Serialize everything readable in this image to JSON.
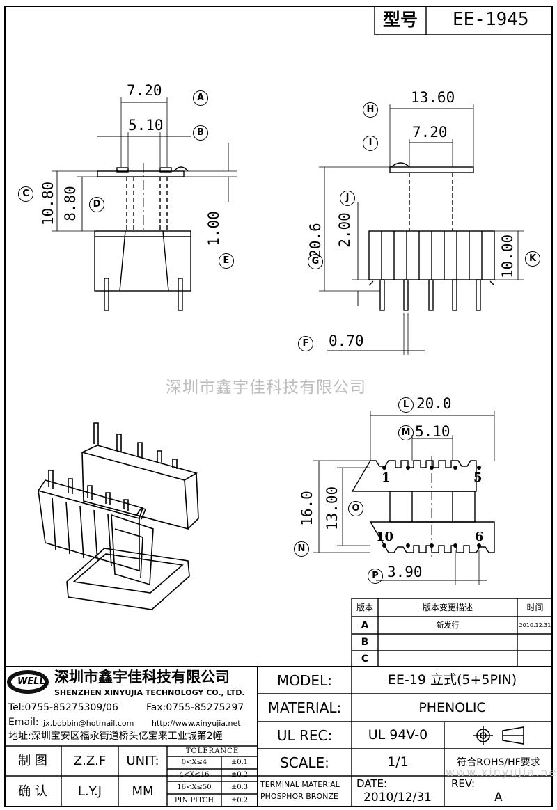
{
  "header": {
    "model_label": "型号",
    "model_value": "EE-1945"
  },
  "watermark": "深圳市鑫宇佳科技有限公司",
  "watermark_url": "www.xinyujia.net",
  "dimensions": {
    "front_width_outer": "7.20",
    "front_width_inner": "5.10",
    "front_height_total": "10.80",
    "front_height_inner": "8.80",
    "front_flange": "1.00",
    "side_width": "13.60",
    "side_core": "7.20",
    "side_height": "20.6",
    "side_flange": "2.00",
    "side_body": "10.00",
    "pin_dia": "0.70",
    "bottom_width": "20.0",
    "bottom_slot": "5.10",
    "bottom_outer": "16.0",
    "bottom_inner": "13.00",
    "pin_pitch": "3.90"
  },
  "callouts": [
    "A",
    "B",
    "C",
    "D",
    "E",
    "F",
    "G",
    "H",
    "I",
    "J",
    "K",
    "L",
    "M",
    "N",
    "O",
    "P"
  ],
  "pin_labels": {
    "p1": "1",
    "p5": "5",
    "p10": "10",
    "p6": "6"
  },
  "revision_table": {
    "headers": [
      "版本",
      "版本变更描述",
      "时间"
    ],
    "rows": [
      {
        "ver": "A",
        "desc": "新发行",
        "date": "2010.12.31"
      },
      {
        "ver": "B",
        "desc": "",
        "date": ""
      },
      {
        "ver": "C",
        "desc": "",
        "date": ""
      }
    ]
  },
  "company": {
    "logo_text": "WELL",
    "name_cn": "深圳市鑫宇佳科技有限公司",
    "name_en": "SHENZHEN XINYUJIA TECHNOLOGY CO., LTD.",
    "tel": "Tel:0755-85275309/06",
    "fax": "Fax:0755-85275297",
    "email_label": "Email:",
    "email": "jx.bobbin@hotmail.com",
    "web": "http://www.xinyujia.net",
    "address": "地址:深圳宝安区福永街道桥头亿宝来工业城第2幢"
  },
  "title_block": {
    "model_label": "MODEL:",
    "model_value": "EE-19 立式(5+5PIN)",
    "material_label": "MATERIAL:",
    "material_value": "PHENOLIC",
    "ulrec_label": "UL REC:",
    "ulrec_value": "UL 94V-0",
    "scale_label": "SCALE:",
    "scale_value": "1/1",
    "rohs": "符合ROHS/HF要求",
    "draw_label": "制 图",
    "draw_value": "Z.Z.F",
    "check_label": "确 认",
    "check_value": "L.Y.J",
    "unit_label": "UNIT:",
    "unit_value": "MM",
    "tolerance_title": "TOLERANCE",
    "tolerance_rows": [
      {
        "range": "0<X≤4",
        "tol": "±0.1"
      },
      {
        "range": "4<X≤16",
        "tol": "±0.2"
      },
      {
        "range": "16<X≤50",
        "tol": "±0.3"
      },
      {
        "range": "PIN PITCH",
        "tol": "±0.2"
      }
    ],
    "terminal_label": "TERMINAL MATERIAL",
    "terminal_value": "PHOSPHOR BRONZE",
    "date_label": "DATE:",
    "date_value": "2010/12/31",
    "rev_label": "REV:",
    "rev_value": "A"
  }
}
